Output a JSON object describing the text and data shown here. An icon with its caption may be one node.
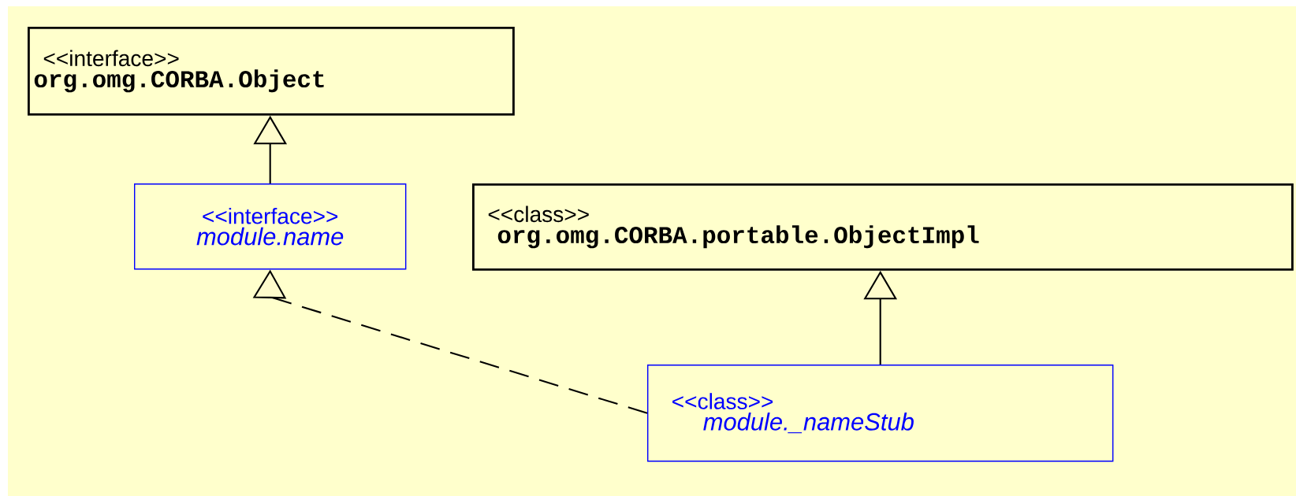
{
  "diagram": {
    "nodes": [
      {
        "text": [
          "<<interface>>",
          "org.omg.CORBA.Object"
        ]
      },
      {
        "text": [
          "<<interface>>",
          "module.name"
        ]
      },
      {
        "text": [
          "<<class>>",
          "org.omg.CORBA.portable.ObjectImpl"
        ]
      },
      {
        "text": [
          "<<class>>",
          "module._nameStub"
        ]
      }
    ],
    "edges": [
      {
        "from": 1,
        "to": 0,
        "arrow": "to"
      },
      {
        "from": 3,
        "to": 1,
        "arrow": "to",
        "style": "dashed"
      },
      {
        "from": 3,
        "to": 2,
        "arrow": "to"
      }
    ]
  }
}
